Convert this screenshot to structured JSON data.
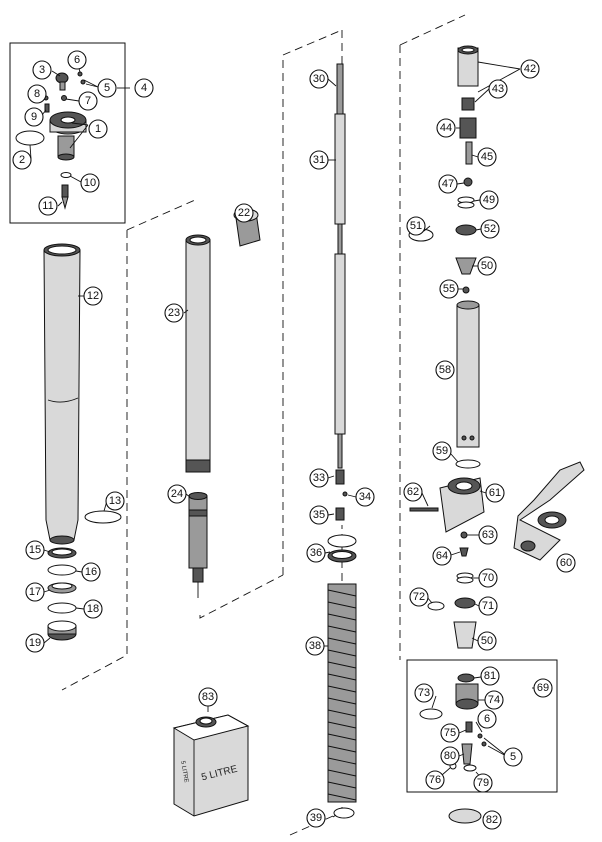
{
  "can_label": "5 LITRE",
  "can_side_label": "5 LITRE",
  "callouts": [
    {
      "id": "c1",
      "label": "1"
    },
    {
      "id": "c2",
      "label": "2"
    },
    {
      "id": "c3",
      "label": "3"
    },
    {
      "id": "c4",
      "label": "4"
    },
    {
      "id": "c5",
      "label": "5"
    },
    {
      "id": "c6",
      "label": "6"
    },
    {
      "id": "c7",
      "label": "7"
    },
    {
      "id": "c8",
      "label": "8"
    },
    {
      "id": "c9",
      "label": "9"
    },
    {
      "id": "c10",
      "label": "10"
    },
    {
      "id": "c11",
      "label": "11"
    },
    {
      "id": "c12",
      "label": "12"
    },
    {
      "id": "c13",
      "label": "13"
    },
    {
      "id": "c15",
      "label": "15"
    },
    {
      "id": "c16",
      "label": "16"
    },
    {
      "id": "c17",
      "label": "17"
    },
    {
      "id": "c18",
      "label": "18"
    },
    {
      "id": "c19",
      "label": "19"
    },
    {
      "id": "c22",
      "label": "22"
    },
    {
      "id": "c23",
      "label": "23"
    },
    {
      "id": "c24",
      "label": "24"
    },
    {
      "id": "c30",
      "label": "30"
    },
    {
      "id": "c31",
      "label": "31"
    },
    {
      "id": "c33",
      "label": "33"
    },
    {
      "id": "c34",
      "label": "34"
    },
    {
      "id": "c35",
      "label": "35"
    },
    {
      "id": "c36",
      "label": "36"
    },
    {
      "id": "c38",
      "label": "38"
    },
    {
      "id": "c39",
      "label": "39"
    },
    {
      "id": "c42",
      "label": "42"
    },
    {
      "id": "c43",
      "label": "43"
    },
    {
      "id": "c44",
      "label": "44"
    },
    {
      "id": "c45",
      "label": "45"
    },
    {
      "id": "c47",
      "label": "47"
    },
    {
      "id": "c49",
      "label": "49"
    },
    {
      "id": "c50a",
      "label": "50"
    },
    {
      "id": "c51",
      "label": "51"
    },
    {
      "id": "c52",
      "label": "52"
    },
    {
      "id": "c55",
      "label": "55"
    },
    {
      "id": "c58",
      "label": "58"
    },
    {
      "id": "c59",
      "label": "59"
    },
    {
      "id": "c60",
      "label": "60"
    },
    {
      "id": "c61",
      "label": "61"
    },
    {
      "id": "c62",
      "label": "62"
    },
    {
      "id": "c63",
      "label": "63"
    },
    {
      "id": "c64",
      "label": "64"
    },
    {
      "id": "c69",
      "label": "69"
    },
    {
      "id": "c70",
      "label": "70"
    },
    {
      "id": "c71",
      "label": "71"
    },
    {
      "id": "c72",
      "label": "72"
    },
    {
      "id": "c73",
      "label": "73"
    },
    {
      "id": "c74",
      "label": "74"
    },
    {
      "id": "c75",
      "label": "75"
    },
    {
      "id": "c76",
      "label": "76"
    },
    {
      "id": "c79",
      "label": "79"
    },
    {
      "id": "c80",
      "label": "80"
    },
    {
      "id": "c81",
      "label": "81"
    },
    {
      "id": "c82",
      "label": "82"
    },
    {
      "id": "c83",
      "label": "83"
    },
    {
      "id": "c50b",
      "label": "50"
    },
    {
      "id": "c6b",
      "label": "6"
    },
    {
      "id": "c5b",
      "label": "5"
    }
  ]
}
